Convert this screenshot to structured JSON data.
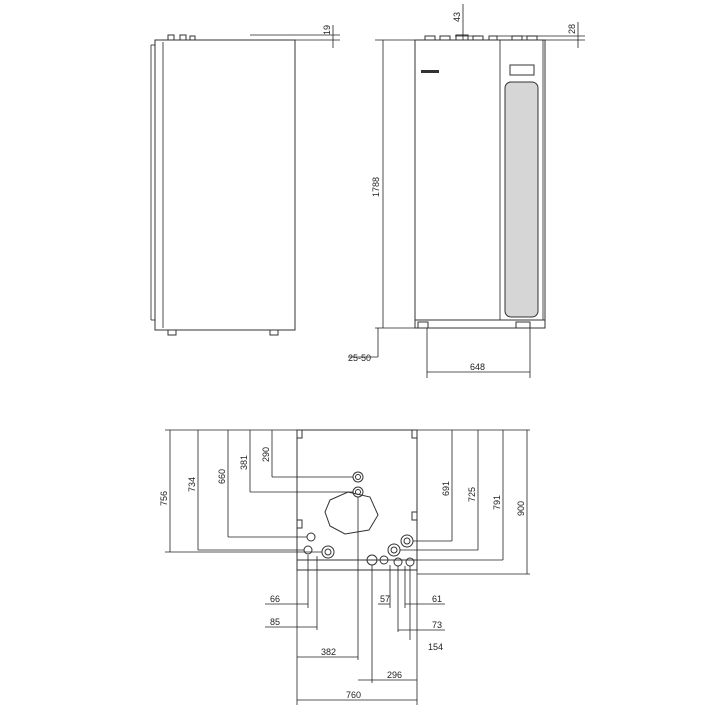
{
  "side_view": {
    "dims": {
      "top_offset": "19"
    }
  },
  "front_view": {
    "dims": {
      "height": "1788",
      "top_left": "43",
      "top_right": "28",
      "feet": "25-50",
      "width": "648"
    }
  },
  "bottom_view": {
    "vertical_dims": {
      "d756": "756",
      "d734": "734",
      "d660": "660",
      "d381": "381",
      "d290": "290",
      "d691": "691",
      "d725": "725",
      "d791": "791",
      "d900": "900"
    },
    "horizontal_dims": {
      "d66": "66",
      "d85": "85",
      "d382": "382",
      "d57": "57",
      "d61": "61",
      "d73": "73",
      "d154": "154",
      "d296": "296",
      "d760": "760"
    }
  },
  "colors": {
    "line": "#222222",
    "panel": "#d6d6d6",
    "background": "#ffffff"
  }
}
